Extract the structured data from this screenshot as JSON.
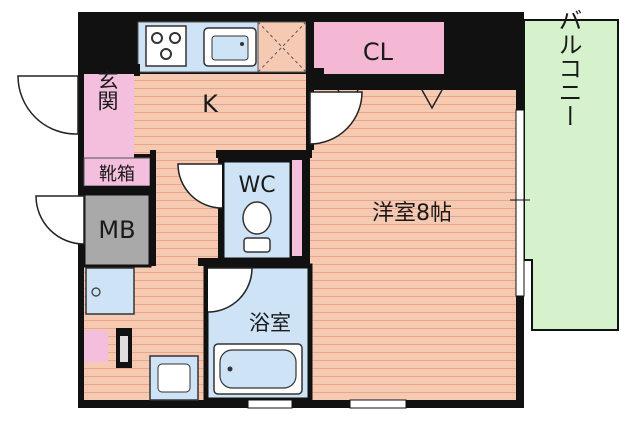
{
  "rooms": {
    "balcony": "バルコニー",
    "closet": "CL",
    "kitchen": "K",
    "entrance": "玄関",
    "shoe_box": "靴箱",
    "meter_box": "MB",
    "toilet": "WC",
    "western_room": "洋室8帖",
    "bathroom": "浴室"
  },
  "colors": {
    "floor": "#f6c9b3",
    "floor_line": "#e9a78a",
    "balcony": "#d6f2cc",
    "closet": "#f4b8d4",
    "entrance": "#f4bfdc",
    "wet_area": "#cfe3f7",
    "meter_box": "#a9a9a9",
    "wall": "#111111"
  },
  "icons": [
    "stove-icon",
    "sink-icon",
    "toilet-icon",
    "bathtub-icon",
    "washbasin-icon",
    "washing-machine-icon"
  ]
}
